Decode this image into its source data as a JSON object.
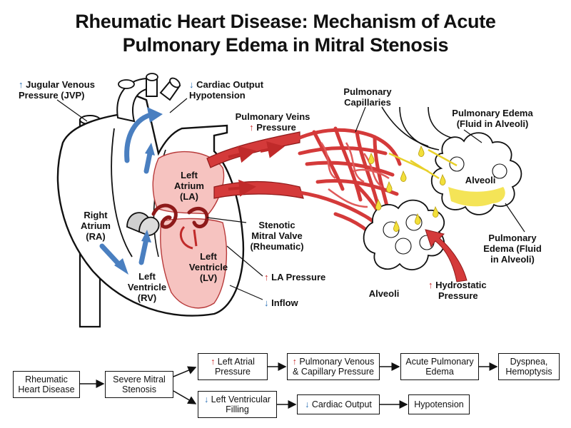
{
  "title": {
    "line1": "Rheumatic Heart Disease: Mechanism of Acute",
    "line2": "Pulmonary Edema in Mitral Stenosis"
  },
  "labels": {
    "jvp": {
      "arrow": "↑",
      "l1": "Jugular Venous",
      "l2": "Pressure (JVP)"
    },
    "cardiac_output": {
      "arrow": "↓",
      "l1": "Cardiac Output",
      "l2": "Hypotension"
    },
    "pulm_capillaries": {
      "l1": "Pulmonary",
      "l2": "Capillaries"
    },
    "pulm_veins": {
      "l1": "Pulmonary Veins",
      "arrow": "↑",
      "l2": "Pressure"
    },
    "pulm_edema_top": {
      "l1": "Pulmonary Edema",
      "l2": "(Fluid in Alveoli)"
    },
    "left_atrium": {
      "l1": "Left",
      "l2": "Atrium",
      "l3": "(LA)"
    },
    "alveoli_top": "Alveoli",
    "right_atrium": {
      "l1": "Right",
      "l2": "Atrium",
      "l3": "(RA)"
    },
    "stenotic_valve": {
      "l1": "Stenotic",
      "l2": "Mitral Valve",
      "l3": "(Rheumatic)"
    },
    "pulm_edema_right": {
      "l1": "Pulmonary",
      "l2": "Edema (Fluid",
      "l3": "in Alveoli)"
    },
    "left_ventricle_lv": {
      "l1": "Left",
      "l2": "Ventricle",
      "l3": "(LV)"
    },
    "left_ventricle_rv": {
      "l1": "Left",
      "l2": "Ventricle",
      "l3": "(RV)"
    },
    "la_pressure": {
      "arrow": "↑",
      "text": "LA Pressure"
    },
    "inflow": {
      "arrow": "↓",
      "text": "Inflow"
    },
    "alveoli_bottom": "Alveoli",
    "hydrostatic": {
      "arrow": "↑",
      "l1": "Hydrostatic",
      "l2": "Pressure"
    }
  },
  "flow": {
    "rhd": {
      "l1": "Rheumatic",
      "l2": "Heart Disease"
    },
    "severe_ms": {
      "l1": "Severe Mitral",
      "l2": "Stenosis"
    },
    "la_pressure": {
      "arrow": "↑",
      "l1": "Left Atrial",
      "l2": "Pressure"
    },
    "pv_pressure": {
      "arrow": "↑",
      "l1": "Pulmonary Venous",
      "l2": "& Capillary Pressure"
    },
    "apo": {
      "l1": "Acute Pulmonary",
      "l2": "Edema"
    },
    "dyspnea": {
      "l1": "Dyspnea,",
      "l2": "Hemoptysis"
    },
    "lv_filling": {
      "arrow": "↓",
      "l1": "Left Ventricular",
      "l2": "Filling"
    },
    "co": {
      "arrow": "↓",
      "text": "Cardiac Output"
    },
    "hypotension": "Hypotension"
  },
  "colors": {
    "increase_arrow": "#c62828",
    "decrease_arrow": "#2a6fb5",
    "vessel_red": "#d43a3a",
    "left_atrium_fill": "#f6c3c0",
    "fluid_yellow": "#f2df3a",
    "flow_blue": "#4a7fc0"
  }
}
